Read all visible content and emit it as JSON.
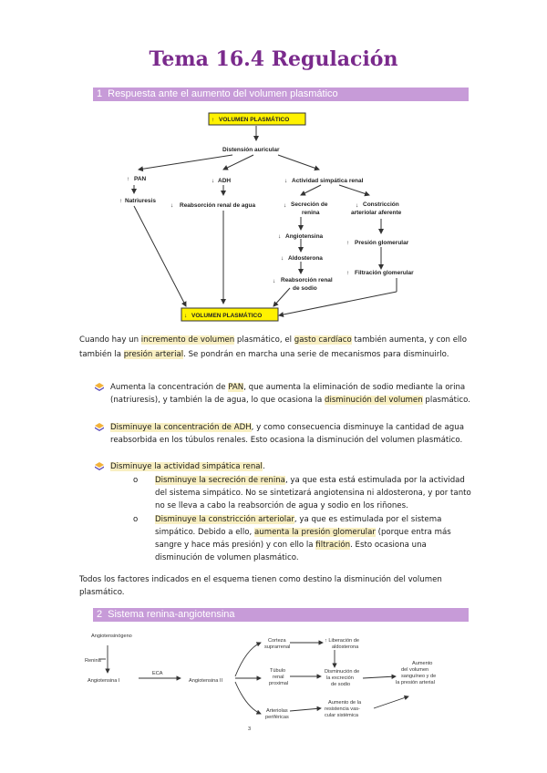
{
  "title": "Tema 16.4 Regulación",
  "section1": {
    "num": "1",
    "label": "Respuesta ante el aumento del volumen plasmático"
  },
  "diagram1": {
    "top_box": "VOLUMEN PLASMÁTICO",
    "distension": "Distensión auricular",
    "pan": "PAN",
    "adh": "ADH",
    "actividad": "Actividad simpática renal",
    "natriuresis": "Natriuresis",
    "reabs_agua": "Reabsorción renal de agua",
    "secrecion_1": "Secreción de",
    "secrecion_2": "renina",
    "constriccion_1": "Constricción",
    "constriccion_2": "arteriolar aferente",
    "angiotensina": "Angiotensina",
    "aldosterona": "Aldosterona",
    "presion": "Presión glomerular",
    "reabs_sodio_1": "Reabsorción renal",
    "reabs_sodio_2": "de sodio",
    "filtracion": "Filtración glomerular",
    "bottom_box": "VOLUMEN PLASMÁTICO",
    "up_arrow": "↑",
    "down_arrow": "↓"
  },
  "intro": {
    "p1": "Cuando hay un ",
    "h1": "incremento de volumen",
    "p2": " plasmático, el ",
    "h2": "gasto cardíaco",
    "p3": " también aumenta, y con ello también la ",
    "h3": "presión arterial",
    "p4": ". Se pondrán en marcha una serie de mecanismos para disminuirlo."
  },
  "bullets": {
    "b1_p1": "Aumenta la concentración de ",
    "b1_h1": "PAN",
    "b1_p2": ", que aumenta la eliminación de sodio mediante la orina (natriuresis), y también la de agua, lo que ocasiona la ",
    "b1_h2": "disminución del volumen",
    "b1_p3": " plasmático.",
    "b2_h1": "Disminuye la concentración de ADH",
    "b2_p1": ", y como consecuencia disminuye la cantidad de agua reabsorbida en los túbulos renales. Esto ocasiona la disminución del volumen plasmático.",
    "b3_h1": "Disminuye la actividad simpática renal",
    "b3_p1": ".",
    "s1_h1": "Disminuye la secreción de renina",
    "s1_p1": ", ya que esta está estimulada por la actividad del sistema simpático. No se sintetizará angiotensina ni aldosterona, y por tanto no se lleva a cabo la reabsorción de agua y sodio en los riñones.",
    "s2_h1": "Disminuye la constricción arteriolar",
    "s2_p1": ", ya que es estimulada por el sistema simpático. Debido a ello, ",
    "s2_h2": "aumenta la presión glomerular",
    "s2_p2": " (porque entra más sangre y hace más presión) y con ello la ",
    "s2_h3": "filtración",
    "s2_p3": ". Esto ocasiona una disminución de volumen plasmático.",
    "sub_marker": "o"
  },
  "conclusion": "Todos los factores indicados en el esquema tienen como destino la disminución del volumen plasmático.",
  "section2": {
    "num": "2",
    "label": "Sistema renina-angiotensina"
  },
  "diagram2": {
    "angiotensinogeno": "Angiotensinógeno",
    "renina": "Renina",
    "ang1": "Angiotensina I",
    "eca": "ECA",
    "ang2": "Angiotensina II",
    "corteza_1": "Corteza",
    "corteza_2": "suprarrenal",
    "tubulo_1": "Túbulo",
    "tubulo_2": "renal",
    "tubulo_3": "proximal",
    "arteriolas_1": "Arteriolas",
    "arteriolas_2": "periféricas",
    "liberacion_1": "↑ Liberación de",
    "liberacion_2": "aldosterona",
    "disminucion_1": "Disminución de",
    "disminucion_2": "la excreción",
    "disminucion_3": "de sodio",
    "aumento_res_1": "Aumento de la",
    "aumento_res_2": "resistencia vas-",
    "aumento_res_3": "cular sistémica",
    "aumento_vol_1": "Aumento",
    "aumento_vol_2": "del volumen",
    "aumento_vol_3": "sanguíneo y de",
    "aumento_vol_4": "la presión arterial",
    "page_mark": "3"
  },
  "colors": {
    "title": "#7a2a8c",
    "section_bar": "#c79bd8",
    "highlight": "#f8efc2",
    "box_fill": "#fff200"
  }
}
